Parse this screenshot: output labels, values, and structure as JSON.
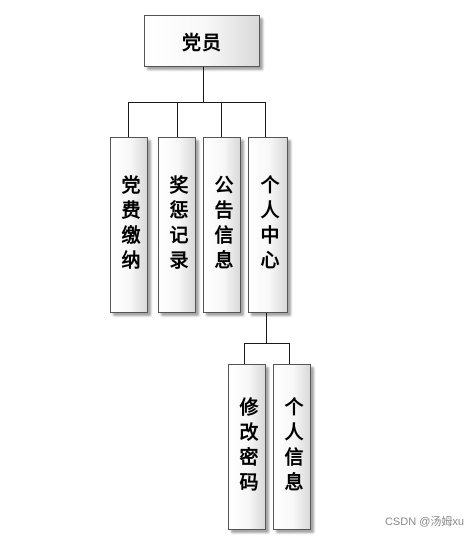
{
  "root": {
    "label": "党员"
  },
  "children": [
    {
      "label": "党费缴纳"
    },
    {
      "label": "奖惩记录"
    },
    {
      "label": "公告信息"
    },
    {
      "label": "个人中心"
    }
  ],
  "grandchildren": [
    {
      "label": "修改密码"
    },
    {
      "label": "个人信息"
    }
  ],
  "watermark": "CSDN @汤姆xu"
}
